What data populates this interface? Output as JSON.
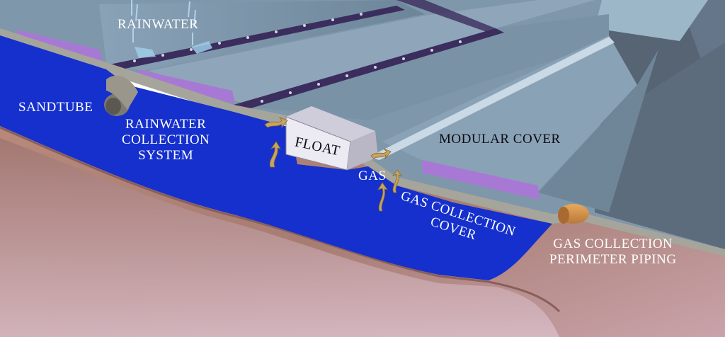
{
  "labels": {
    "rainwater": "RAINWATER",
    "sandtube": "SANDTUBE",
    "rainwater_collection": [
      "RAINWATER",
      "COLLECTION",
      "SYSTEM"
    ],
    "float": "FLOAT",
    "modular_cover": "MODULAR COVER",
    "gas": "GAS",
    "gas_collection_cover": [
      "GAS COLLECTION",
      "COVER"
    ],
    "gas_collection_perimeter": [
      "GAS COLLECTION",
      "PERIMETER PIPING"
    ]
  },
  "colors": {
    "water": "#1530cc",
    "soil": "#a97e74",
    "soil_pink": "#d2b2bd",
    "cover_panel": "#7f98ae",
    "cover_dark": "#5b6b7a",
    "sandtube": "#7d7a72",
    "pipe": "#d7954a",
    "float": "#eceaf2",
    "purple_weight": "#a879d4",
    "gas_arrow": "#c8a55e"
  }
}
